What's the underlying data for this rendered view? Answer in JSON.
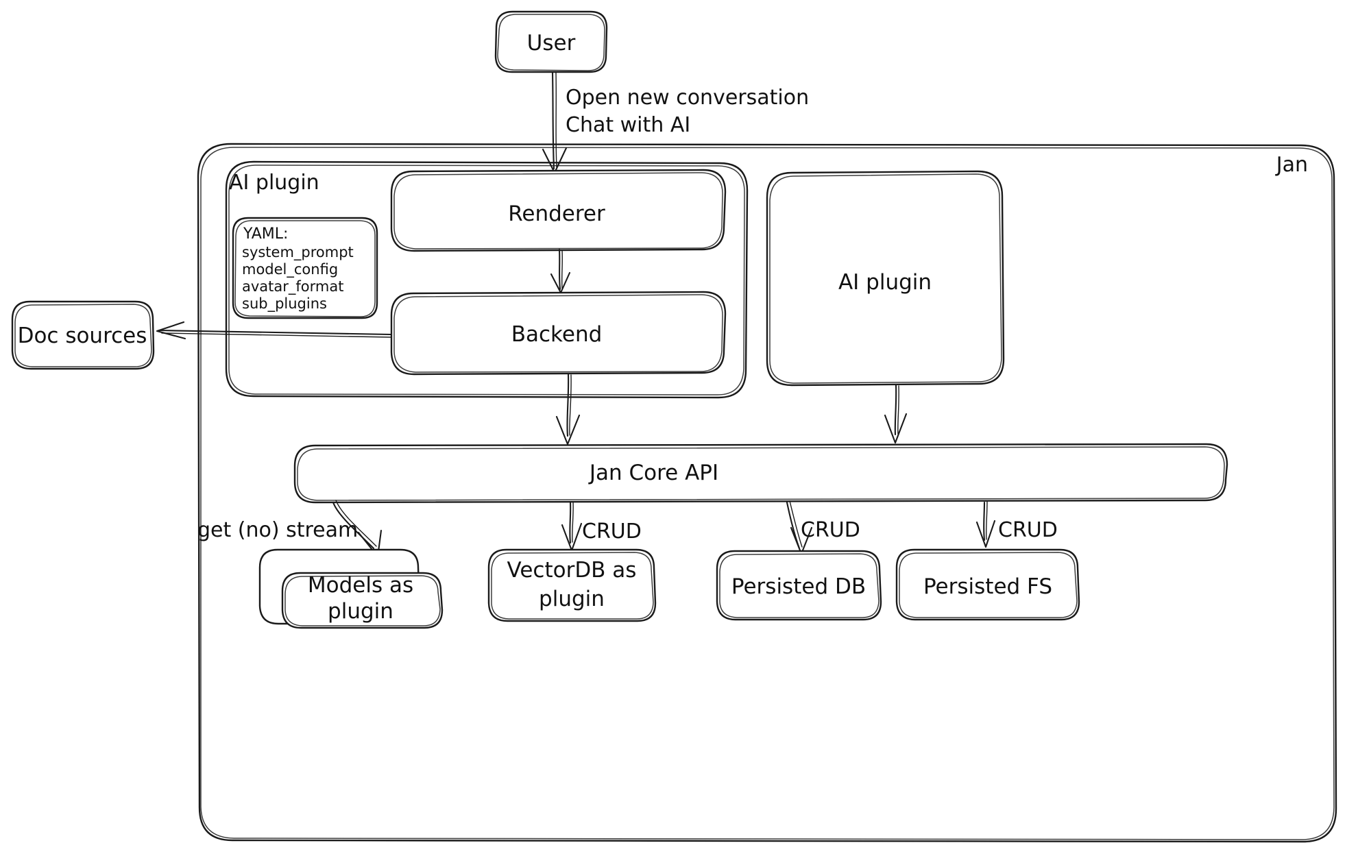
{
  "diagram": {
    "title_corner_label": "Jan",
    "style": {
      "stroke": "#1a1a1a",
      "background": "#ffffff",
      "text": "#111111"
    },
    "nodes": {
      "user": "User",
      "renderer": "Renderer",
      "backend": "Backend",
      "ai_plugin_group": "AI plugin",
      "ai_plugin_box": "AI plugin",
      "doc_sources": "Doc sources",
      "jan_core_api": "Jan Core API",
      "models_as_plugin": "Models as plugin",
      "vectordb_as_plugin": "VectorDB as plugin",
      "persisted_db": "Persisted DB",
      "persisted_fs": "Persisted FS"
    },
    "node_lines": {
      "models_as_plugin": [
        "Models as",
        "plugin"
      ],
      "vectordb_as_plugin": [
        "VectorDB as",
        "plugin"
      ]
    },
    "yaml_card": {
      "header": "YAML:",
      "keys": [
        "system_prompt",
        "model_config",
        "avatar_format",
        "sub_plugins"
      ]
    },
    "edge_labels": {
      "user_to_renderer_line1": "Open new conversation",
      "user_to_renderer_line2": "Chat with AI",
      "core_to_models": "get (no) stream",
      "core_to_vectordb": "CRUD",
      "core_to_persisted_db": "CRUD",
      "core_to_persisted_fs": "CRUD"
    }
  }
}
